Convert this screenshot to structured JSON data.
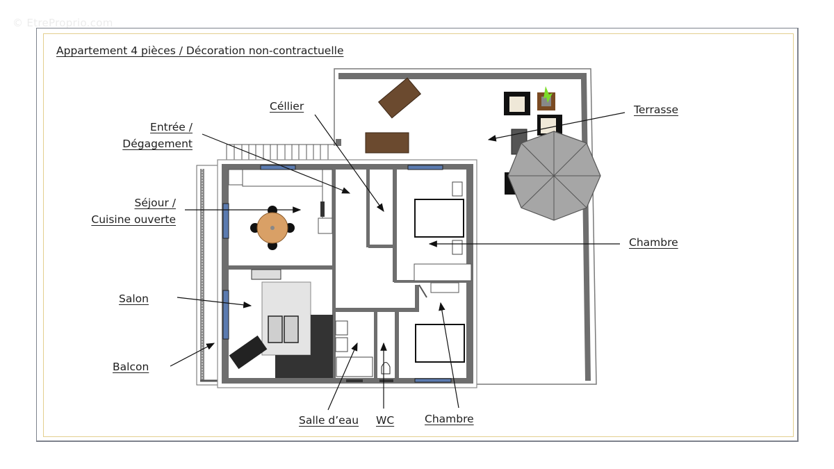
{
  "watermark": "© EtreProprio.com",
  "title": "Appartement 4 pièces / Décoration non-contractuelle",
  "labels": {
    "cellier": "Céllier",
    "entree_line1": "Entrée /",
    "entree_line2": "Dégagement",
    "sejour_line1": "Séjour /",
    "sejour_line2": "Cuisine ouverte",
    "salon": "Salon",
    "balcon": "Balcon",
    "terrasse": "Terrasse",
    "chambre_1": "Chambre",
    "chambre_2": "Chambre",
    "salle_eau": "Salle d’eau",
    "wc": "WC"
  },
  "colors": {
    "wall": "#6e6e6e",
    "frame_outer": "#7d828c",
    "frame_inner": "#e3cf8e",
    "table_wood": "#d9a066",
    "window_glass": "#5b7bb0",
    "umbrella": "#a6a6a6",
    "lounger_wood": "#6b4a2f"
  }
}
